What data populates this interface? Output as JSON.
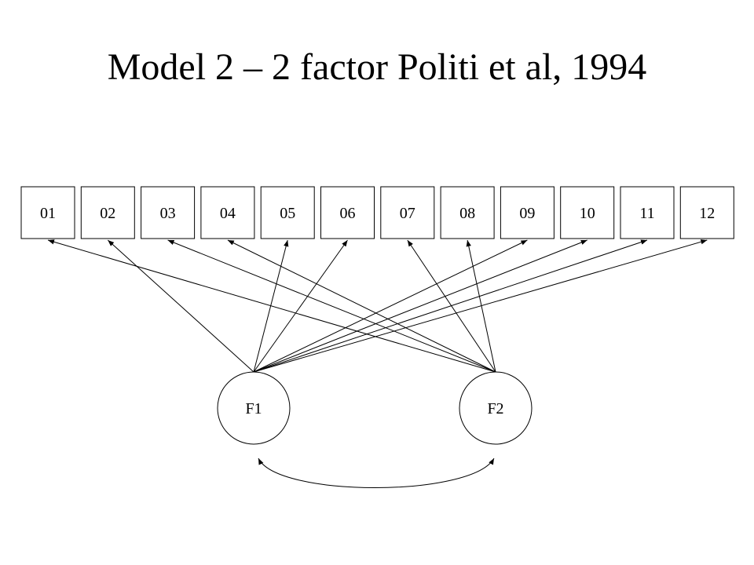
{
  "title": "Model 2 – 2 factor Politi et al, 1994",
  "items": [
    {
      "id": "01",
      "label": "01"
    },
    {
      "id": "02",
      "label": "02"
    },
    {
      "id": "03",
      "label": "03"
    },
    {
      "id": "04",
      "label": "04"
    },
    {
      "id": "05",
      "label": "05"
    },
    {
      "id": "06",
      "label": "06"
    },
    {
      "id": "07",
      "label": "07"
    },
    {
      "id": "08",
      "label": "08"
    },
    {
      "id": "09",
      "label": "09"
    },
    {
      "id": "10",
      "label": "10"
    },
    {
      "id": "11",
      "label": "11"
    },
    {
      "id": "12",
      "label": "12"
    }
  ],
  "factors": [
    {
      "id": "F1",
      "label": "F1"
    },
    {
      "id": "F2",
      "label": "F2"
    }
  ],
  "loadings": {
    "F1": [
      "02",
      "05",
      "06",
      "09",
      "10",
      "11",
      "12"
    ],
    "F2": [
      "01",
      "03",
      "04",
      "07",
      "08"
    ]
  },
  "correlation": [
    "F1",
    "F2"
  ],
  "colors": {
    "stroke": "#000000",
    "fill": "#ffffff"
  }
}
